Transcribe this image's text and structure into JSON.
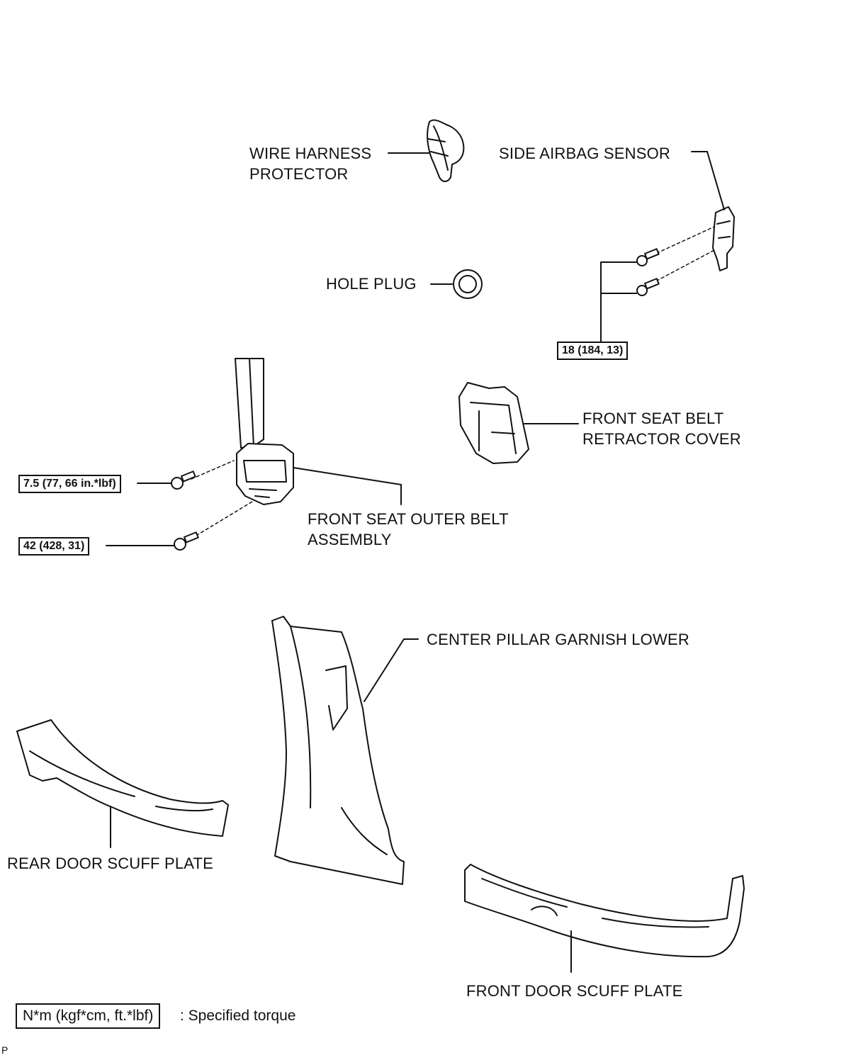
{
  "labels": {
    "wire_harness_protector": [
      "WIRE HARNESS",
      "PROTECTOR"
    ],
    "side_airbag_sensor": "SIDE AIRBAG SENSOR",
    "hole_plug": "HOLE PLUG",
    "front_seat_belt_retractor_cover": [
      "FRONT SEAT BELT",
      "RETRACTOR COVER"
    ],
    "front_seat_outer_belt_assembly": [
      "FRONT SEAT OUTER BELT",
      "ASSEMBLY"
    ],
    "center_pillar_garnish_lower": "CENTER PILLAR GARNISH LOWER",
    "rear_door_scuff_plate": "REAR DOOR SCUFF PLATE",
    "front_door_scuff_plate": "FRONT DOOR SCUFF PLATE"
  },
  "torques": {
    "sensor_bolts": "18 (184, 13)",
    "belt_upper_bolt": "7.5 (77, 66 in.*lbf)",
    "belt_lower_bolt": "42 (428, 31)"
  },
  "legend": {
    "box": "N*m (kgf*cm, ft.*lbf)",
    "text": ": Specified torque"
  },
  "figure_code": "P"
}
